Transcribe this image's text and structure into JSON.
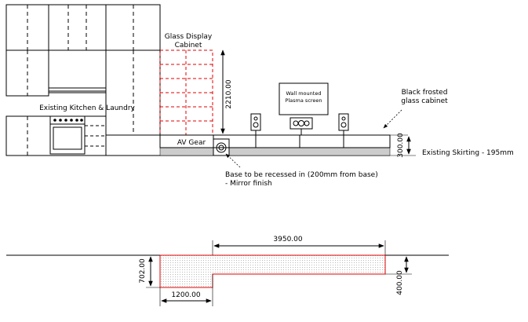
{
  "labels": {
    "glass_display_line1": "Glass Display",
    "glass_display_line2": "Cabinet",
    "existing_kitchen": "Existing Kitchen & Laundry",
    "av_gear": "AV Gear",
    "wall_mounted_line1": "Wall mounted",
    "wall_mounted_line2": "Plasma screen",
    "black_frosted_line1": "Black frosted",
    "black_frosted_line2": "glass cabinet",
    "existing_skirting": "Existing Skirting - 195mm",
    "base_recessed_line1": "Base to be recessed in (200mm from base)",
    "base_recessed_line2": "- Mirror finish"
  },
  "dimensions": {
    "height_2210": "2210.00",
    "height_300": "300.00",
    "width_3950": "3950.00",
    "depth_702": "702.00",
    "width_1200": "1200.00",
    "depth_400": "400.00"
  },
  "colors": {
    "line": "#000000",
    "red": "#e00000",
    "grey": "#cccccc"
  }
}
